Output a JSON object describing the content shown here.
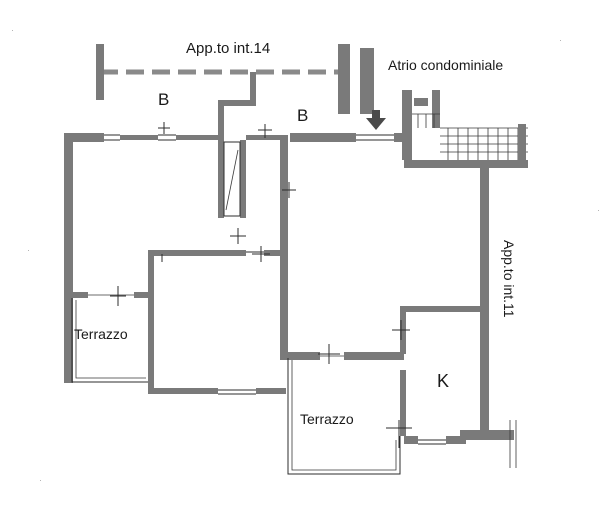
{
  "labels": {
    "neighbor_north": "App.to int.14",
    "atrium": "Atrio condominiale",
    "bath_1": "B",
    "bath_2": "B",
    "neighbor_east": "App.to int.11",
    "terrace_left": "Terrazzo",
    "terrace_center": "Terrazzo",
    "kitchen": "K"
  }
}
